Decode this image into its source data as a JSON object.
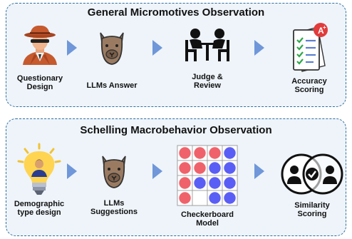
{
  "panels": [
    {
      "title": "General Micromotives Observation",
      "steps": [
        {
          "label": "Questionary\nDesign",
          "icon": "detective-icon"
        },
        {
          "label": "LLMs Answer",
          "icon": "llama-icon"
        },
        {
          "label": "Judge &\nReview",
          "icon": "meeting-table-icon"
        },
        {
          "label": "Accuracy\nScoring",
          "icon": "graded-checklist-icon"
        }
      ]
    },
    {
      "title": "Schelling Macrobehavior Observation",
      "steps": [
        {
          "label": "Demographic\ntype design",
          "icon": "lightbulb-person-icon"
        },
        {
          "label": "LLMs\nSuggestions",
          "icon": "llama-icon"
        },
        {
          "label": "Checkerboard\nModel",
          "icon": "checkerboard-icon"
        },
        {
          "label": "Similarity\nScoring",
          "icon": "venn-similarity-icon"
        }
      ]
    }
  ],
  "checkerboard": {
    "grid": [
      [
        "r",
        "r",
        "r",
        "b"
      ],
      [
        "r",
        "r",
        "b",
        "b"
      ],
      [
        "r",
        "b",
        "b",
        "b"
      ],
      [
        "r",
        "e",
        "b",
        "b"
      ]
    ],
    "colors": {
      "r": "#f0626b",
      "b": "#5b5ef5",
      "e": "#ffffff"
    }
  },
  "colors": {
    "arrow": "#6f97d9",
    "border": "#2f6f9e",
    "panel_bg": "#eef4fa"
  }
}
